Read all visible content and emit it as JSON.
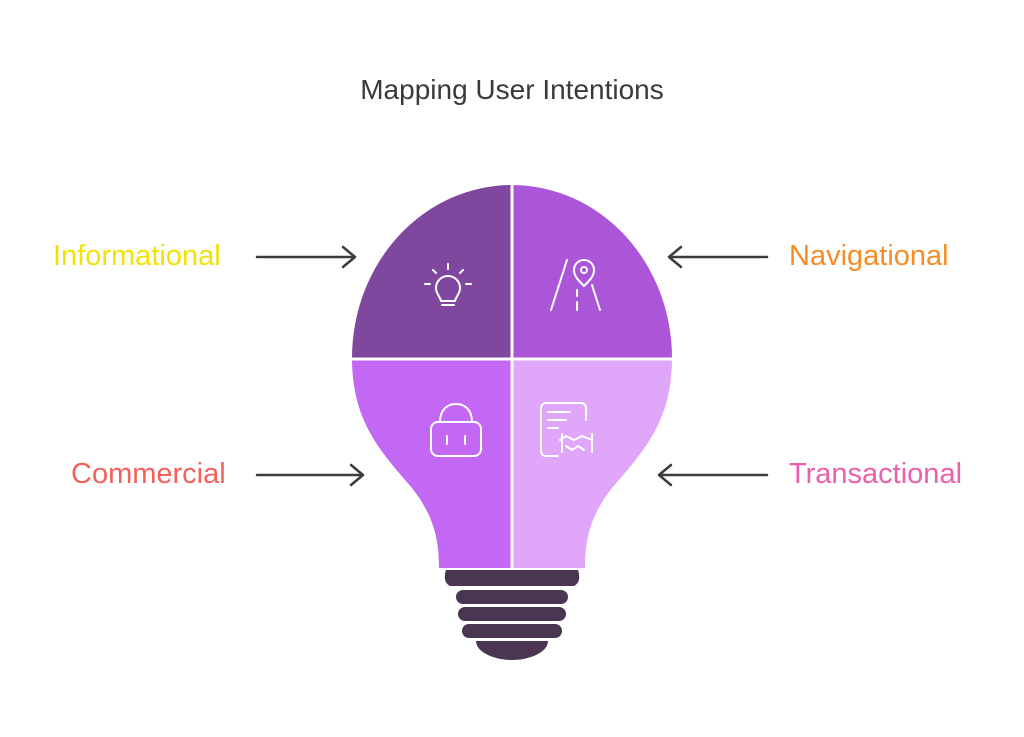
{
  "title": "Mapping User Intentions",
  "quadrants": [
    {
      "label": "Informational",
      "color": "#F2E205",
      "fill": "#80479E",
      "icon": "lightbulb-icon"
    },
    {
      "label": "Navigational",
      "color": "#F48C28",
      "fill": "#AB56D9",
      "icon": "map-pin-road-icon"
    },
    {
      "label": "Commercial",
      "color": "#F2615C",
      "fill": "#C268F5",
      "icon": "shopping-basket-icon"
    },
    {
      "label": "Transactional",
      "color": "#EC5EAE",
      "fill": "#DFA6FA",
      "icon": "contract-handshake-icon"
    }
  ],
  "colors": {
    "title": "#3A3A3A",
    "arrow": "#3C3C3C",
    "base": "#4A3650",
    "divider": "#FFFFFF"
  }
}
